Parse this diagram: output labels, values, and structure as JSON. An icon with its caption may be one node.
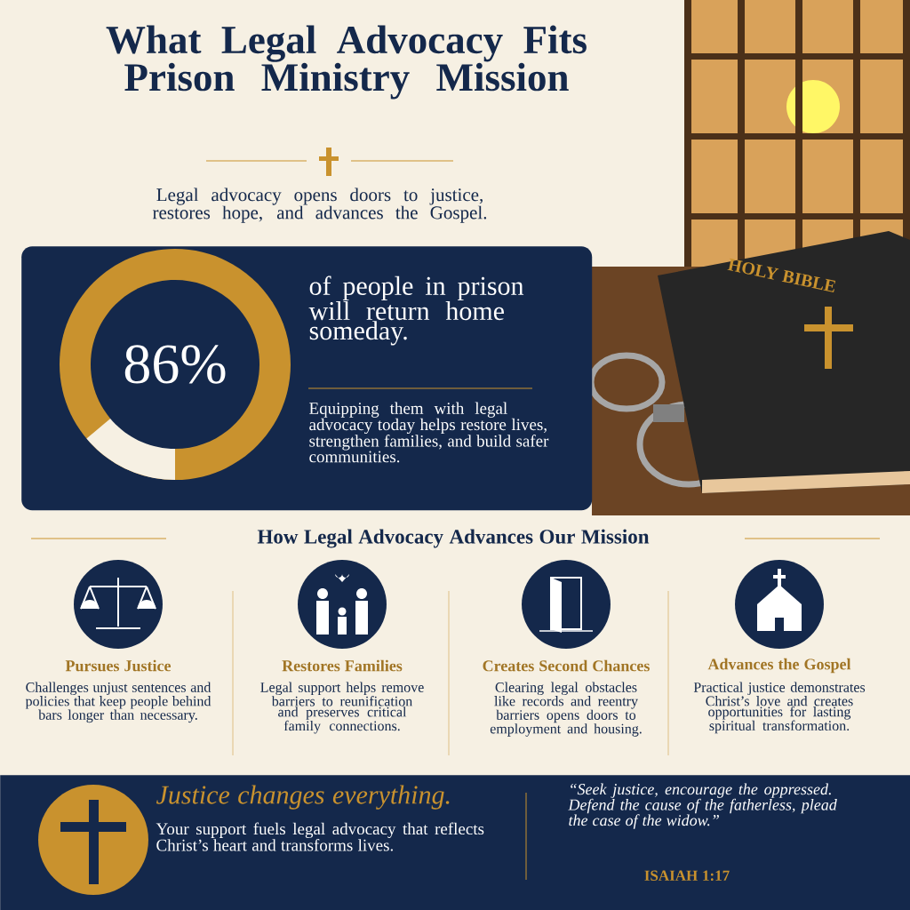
{
  "diagram": {
    "title": "What Legal Advocacy Fits Prison Ministry Mission",
    "nodes": [
      {
        "text": [
          "of people in prison will return home someday.",
          "Equipping them with legal advocacy today helps restore lives, strengthen families, and build safer communities."
        ]
      },
      {
        "text": [
          "86%"
        ],
        "in": 0
      },
      {
        "text": [
          "Justice changes everything.",
          "Your support fuels legal advocacy that reflects Christ’s heart and transforms lives.",
          "“Seek justice, encourage the oppressed. Defend the cause of the fatherless, plead the case of the widow.”",
          "ISAIAH 1:17"
        ]
      }
    ],
    "labels": [
      "Legal advocacy opens doors to justice, restores hope, and advances the Gospel.",
      "HOLY BIBLE",
      "How Legal Advocacy Advances Our Mission",
      "Pursues Justice",
      "Challenges unjust sentences and policies that keep people behind bars longer than necessary.",
      "Restores Families",
      "Legal support helps remove barriers to reunification and preserves critical family connections.",
      "Creates Second Chances",
      "Clearing legal obstacles like records and reentry barriers opens doors to employment and housing.",
      "Advances the Gospel",
      "Practical justice demonstrates Christ’s love and creates opportunities for lasting spiritual transformation."
    ]
  }
}
